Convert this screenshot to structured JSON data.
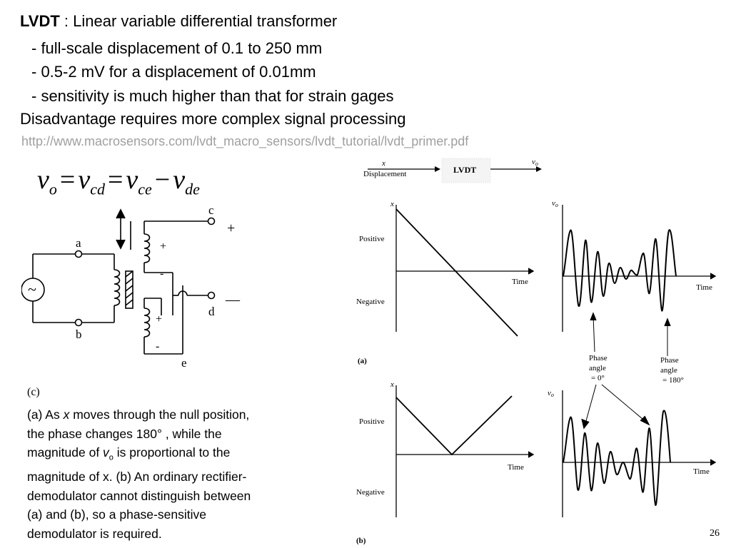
{
  "header": {
    "title_bold": "LVDT",
    "title_rest": " : Linear variable differential transformer",
    "bullets": [
      "- full-scale displacement of 0.1 to 250 mm",
      "- 0.5-2 mV for a displacement of 0.01mm",
      "- sensitivity is much higher than that for strain gages"
    ],
    "disadvantage": "Disadvantage requires more complex signal processing",
    "url": "http://www.macrosensors.com/lvdt_macro_sensors/lvdt_tutorial/lvdt_primer.pdf"
  },
  "equation": {
    "t1": "v",
    "s1": "o",
    "t2": "v",
    "s2": "cd",
    "t3": "v",
    "s3": "ce",
    "t4": "v",
    "s4": "de",
    "eq": "=",
    "minus": "−"
  },
  "circuit": {
    "label_a": "a",
    "label_b": "b",
    "label_c": "c",
    "label_d": "d",
    "label_e": "e",
    "plus_out": "+",
    "minus_out": "—",
    "coil_plus": "+",
    "coil_minus": "-",
    "figure_label": "(c)",
    "source_symbol": "~"
  },
  "block": {
    "x": "x",
    "displacement": "Displacement",
    "box": "LVDT",
    "vo": "v",
    "vo_sub": "o"
  },
  "graphs": {
    "x_axis_label": "x",
    "vo_label": "v",
    "vo_sub": "o",
    "positive": "Positive",
    "negative": "Negative",
    "time": "Time",
    "fig_a": "(a)",
    "fig_b": "(b)",
    "phase": "Phase",
    "angle": "angle",
    "phase0": "= 0°",
    "phase180": "= 180°"
  },
  "caption": {
    "l1a": "(a) As ",
    "l1x": "x",
    "l1b": " moves through the null position,",
    "l2": "the phase changes 180° , while the",
    "l3a": "magnitude of ",
    "l3v": "v",
    "l3s": "o",
    "l3b": " is proportional to the",
    "l4": "magnitude of x.  (b) An ordinary rectifier-",
    "l5": "demodulator cannot distinguish between",
    "l6": "(a) and (b), so a phase-sensitive",
    "l7": "demodulator is required."
  },
  "page_number": "26"
}
